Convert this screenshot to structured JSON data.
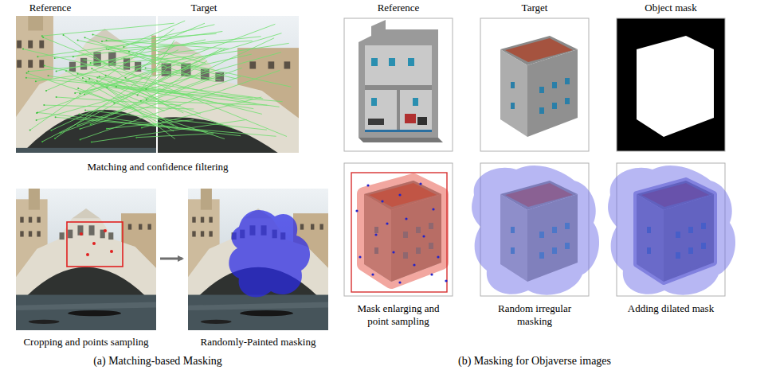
{
  "diagram": {
    "labels": [
      "Reference",
      "Target",
      "Matching and confidence filtering",
      "Cropping and points sampling",
      "Randomly-Painted masking",
      "(a) Matching-based Masking",
      "Reference",
      "Target",
      "Object mask",
      "Mask enlarging and point sampling",
      "Random irregular masking",
      "Adding dilated mask",
      "(b) Masking for Objaverse images"
    ]
  }
}
